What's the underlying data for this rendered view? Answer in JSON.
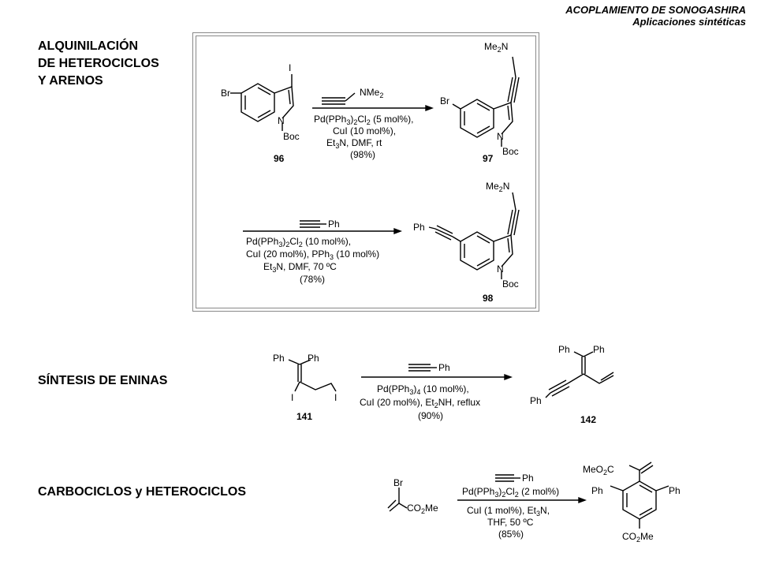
{
  "header": {
    "title": "ACOPLAMIENTO DE SONOGASHIRA",
    "subtitle": "Aplicaciones sintéticas"
  },
  "sections": {
    "alquinilacion": [
      "ALQUINILACIÓN",
      "DE HETEROCICLOS",
      "Y ARENOS"
    ],
    "eninas": "SÍNTESIS DE ENINAS",
    "carbociclos": "CARBOCICLOS y HETEROCICLOS"
  },
  "reaction1": {
    "conditions": [
      "Pd(PPh",
      "3",
      ")",
      "2",
      "Cl",
      "2",
      " (5 mol%),"
    ],
    "line2": "CuI (10 mol%),",
    "line3": [
      "Et",
      "3",
      "N, DMF, rt"
    ],
    "yield": "(98%)",
    "start": "96",
    "product": "97"
  },
  "reaction2": {
    "reagent": "Ph",
    "line1": [
      "Pd(PPh",
      "3",
      ")",
      "2",
      "Cl",
      "2",
      " (10 mol%),"
    ],
    "line2": [
      "CuI (20 mol%), PPh",
      "3",
      " (10 mol%)"
    ],
    "line3": [
      "Et",
      "3",
      "N, DMF, 70 ºC"
    ],
    "yield": "(78%)",
    "product": "98"
  },
  "reaction3": {
    "reagent": "Ph",
    "line1": [
      "Pd(PPh",
      "3",
      ")",
      "4",
      " (10 mol%),"
    ],
    "line2": [
      "CuI (20 mol%), Et",
      "2",
      "NH, reflux"
    ],
    "yield": "(90%)",
    "start": "141",
    "product": "142"
  },
  "reaction4": {
    "reagent": "Ph",
    "line1": [
      "Pd(PPh",
      "3",
      ")",
      "2",
      "Cl",
      "2",
      " (2 mol%)"
    ],
    "line2": [
      "CuI (1 mol%), Et",
      "3",
      "N,"
    ],
    "line3": "THF, 50 ºC",
    "yield": "(85%)"
  },
  "atoms": {
    "br": "Br",
    "i": "I",
    "n": "N",
    "boc": "Boc",
    "nme2": "NMe",
    "sub2": "2",
    "me2n": "Me",
    "ph": "Ph",
    "co2me_a": "CO",
    "co2me_b": "Me",
    "meo2c_a": "MeO",
    "meo2c_b": "C"
  }
}
